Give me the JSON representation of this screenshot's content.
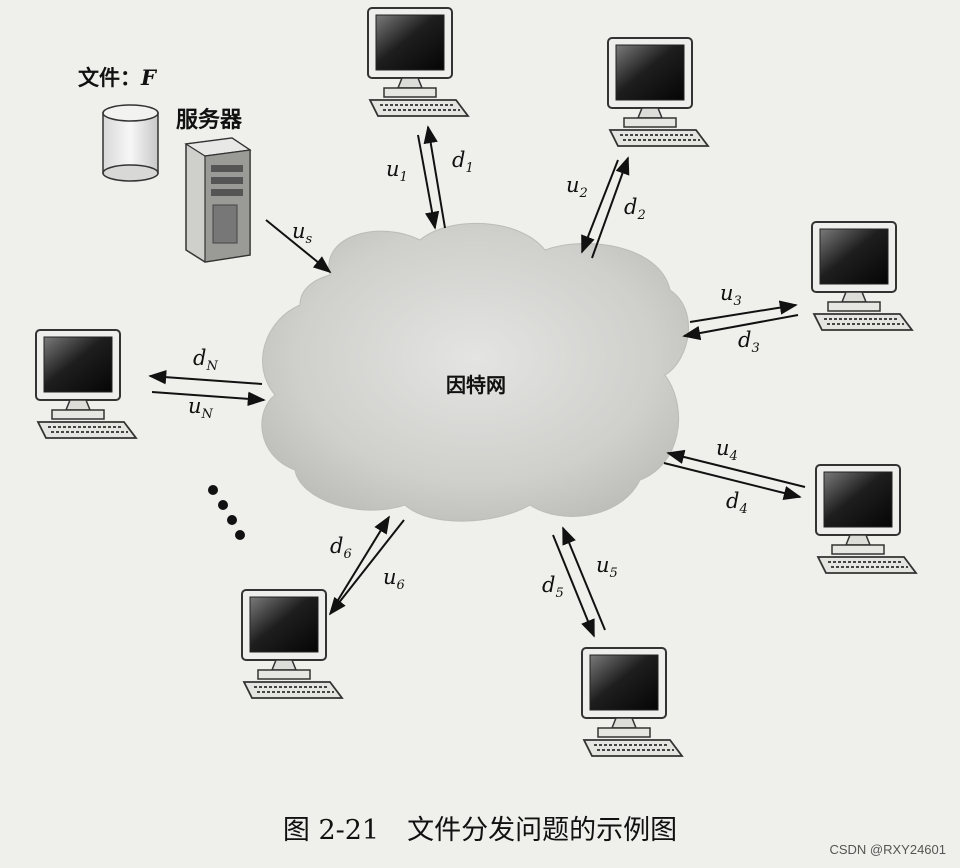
{
  "server": {
    "file_label": "文件：",
    "file_var": "F",
    "label": "服务器"
  },
  "cloud_label": "因特网",
  "links": [
    {
      "id": "s",
      "u": "u",
      "u_sub": "s"
    },
    {
      "id": "1",
      "u": "u",
      "u_sub": "1",
      "d": "d",
      "d_sub": "1"
    },
    {
      "id": "2",
      "u": "u",
      "u_sub": "2",
      "d": "d",
      "d_sub": "2"
    },
    {
      "id": "3",
      "u": "u",
      "u_sub": "3",
      "d": "d",
      "d_sub": "3"
    },
    {
      "id": "4",
      "u": "u",
      "u_sub": "4",
      "d": "d",
      "d_sub": "4"
    },
    {
      "id": "5",
      "u": "u",
      "u_sub": "5",
      "d": "d",
      "d_sub": "5"
    },
    {
      "id": "6",
      "u": "u",
      "u_sub": "6",
      "d": "d",
      "d_sub": "6"
    },
    {
      "id": "N",
      "u": "u",
      "u_sub": "N",
      "d": "d",
      "d_sub": "N"
    }
  ],
  "caption": {
    "number": "图 2-21",
    "title": "文件分发问题的示例图"
  },
  "credit": "CSDN @RXY24601"
}
